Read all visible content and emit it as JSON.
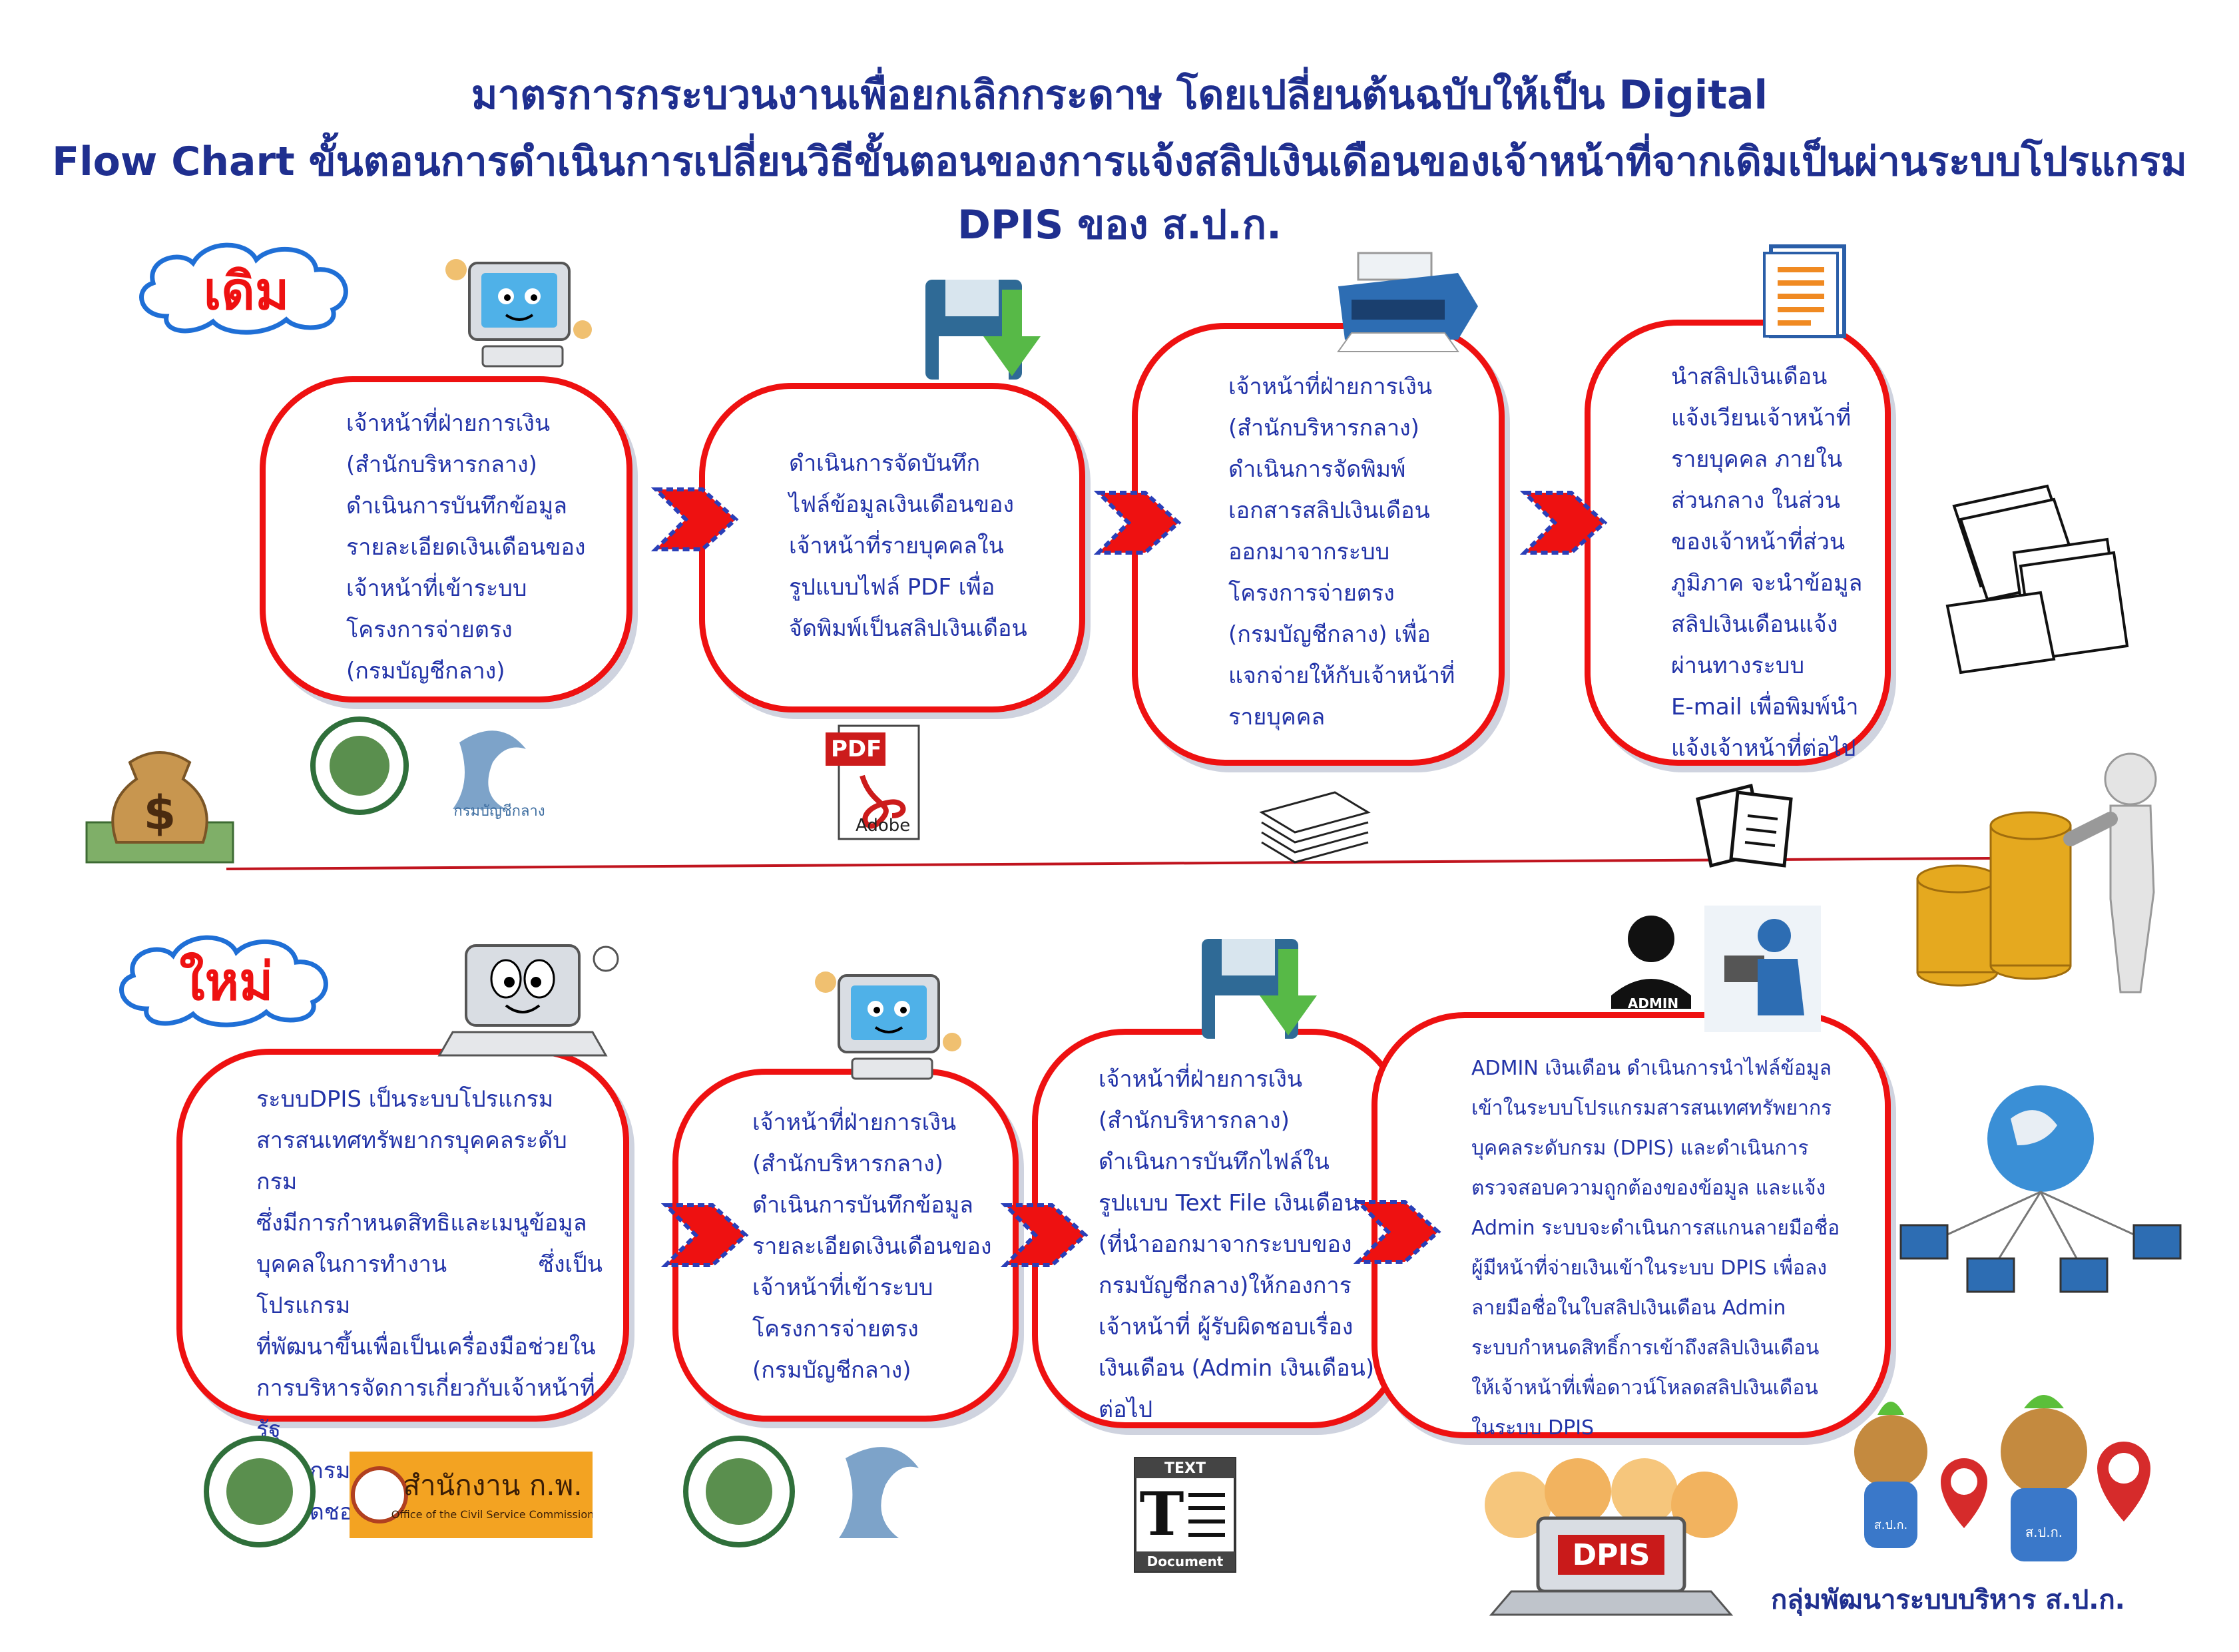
{
  "title": {
    "line1": "มาตรการกระบวนงานเพื่อยกเลิกกระดาษ โดยเปลี่ยนต้นฉบับให้เป็น Digital",
    "line2": "Flow Chart ขั้นตอนการดำเนินการเปลี่ยนวิธีขั้นตอนของการแจ้งสลิปเงินเดือนของเจ้าหน้าที่จากเดิมเป็นผ่านระบบโปรแกรม DPIS ของ ส.ป.ก."
  },
  "labels": {
    "old": "เดิม",
    "new": "ใหม่"
  },
  "old_steps": [
    {
      "text": "เจ้าหน้าที่ฝ่ายการเงิน\n(สำนักบริหารกลาง)\nดำเนินการบันทึกข้อมูล\nรายละเอียดเงินเดือนของ\nเจ้าหน้าที่เข้าระบบ\nโครงการจ่ายตรง\n(กรมบัญชีกลาง)"
    },
    {
      "text": "ดำเนินการจัดบันทึก\nไฟล์ข้อมูลเงินเดือนของ\nเจ้าหน้าที่รายบุคคลใน\nรูปแบบไฟล์ PDF เพื่อ\nจัดพิมพ์เป็นสลิปเงินเดือน"
    },
    {
      "text": "เจ้าหน้าที่ฝ่ายการเงิน\n(สำนักบริหารกลาง)\nดำเนินการจัดพิมพ์\nเอกสารสลิปเงินเดือน\nออกมาจากระบบ\nโครงการจ่ายตรง\n(กรมบัญชีกลาง) เพื่อ\nแจกจ่ายให้กับเจ้าหน้าที่\nรายบุคคล"
    },
    {
      "text": "นำสลิปเงินเดือน\nแจ้งเวียนเจ้าหน้าที่\nรายบุคคล ภายใน\nส่วนกลาง ในส่วน\nของเจ้าหน้าที่ส่วน\nภูมิภาค จะนำข้อมูล\nสลิปเงินเดือนแจ้ง\nผ่านทางระบบ\nE-mail เพื่อพิมพ์นำ\nแจ้งเจ้าหน้าที่ต่อไป"
    }
  ],
  "new_steps": [
    {
      "text": "ระบบDPIS เป็นระบบโปรแกรม\nสารสนเทศทรัพยากรบุคคลระดับกรม\nซึ่งมีการกำหนดสิทธิและเมนูข้อมูล\nบุคคลในการทำงาน ซึ่งเป็นโปรแกรม\nที่พัฒนาขึ้นเพื่อเป็นเครื่องมือช่วยใน\nการบริหารจัดการเกี่ยวกับเจ้าหน้าที่รัฐ\nระดับกรม โดยสำนักงาน ก.พ. เป็น\nผู้รับผิดชอบ"
    },
    {
      "text": "เจ้าหน้าที่ฝ่ายการเงิน\n(สำนักบริหารกลาง)\nดำเนินการบันทึกข้อมูล\nรายละเอียดเงินเดือนของ\nเจ้าหน้าที่เข้าระบบ\nโครงการจ่ายตรง\n(กรมบัญชีกลาง)"
    },
    {
      "text": "เจ้าหน้าที่ฝ่ายการเงิน\n(สำนักบริหารกลาง)\nดำเนินการบันทึกไฟล์ใน\nรูปแบบ Text File เงินเดือน\n(ที่นำออกมาจากระบบของ\nกรมบัญชีกลาง)ให้กองการ\nเจ้าหน้าที่ ผู้รับผิดชอบเรื่อง\nเงินเดือน (Admin เงินเดือน)\nต่อไป"
    },
    {
      "text": "ADMIN เงินเดือน ดำเนินการนำไฟล์ข้อมูล\nเข้าในระบบโปรแกรมสารสนเทศทรัพยากร\nบุคคลระดับกรม (DPIS) และดำเนินการ\nตรวจสอบความถูกต้องของข้อมูล และแจ้ง\nAdmin ระบบจะดำเนินการสแกนลายมือชื่อ\nผู้มีหน้าที่จ่ายเงินเข้าในระบบ DPIS เพื่อลง\nลายมือชื่อในใบสลิปเงินเดือน Admin\nระบบกำหนดสิทธิ์การเข้าถึงสลิปเงินเดือน\nให้เจ้าหน้าที่เพื่อดาวน์โหลดสลิปเงินเดือน\nในระบบ DPIS"
    }
  ],
  "icon_labels": {
    "pdf": "PDF",
    "adobe": "Adobe",
    "cgd_logo": "กรมบัญชีกลาง",
    "ocsc_logo_th": "สำนักงาน ก.พ.",
    "ocsc_logo_en": "Office of the Civil Service Commission",
    "text_doc_top": "TEXT",
    "text_doc_bottom": "Document",
    "admin": "ADMIN",
    "dpis": "DPIS",
    "mascot_left": "ส.ป.ก.",
    "mascot_right": "ส.ป.ก."
  },
  "footer": "กลุ่มพัฒนาระบบบริหาร ส.ป.ก.",
  "colors": {
    "title": "#1f2f8f",
    "box_border": "#ee1111",
    "box_text": "#2233a8",
    "arrow": "#ee1111"
  },
  "icons": [
    "computer-mascot-icon",
    "save-icon",
    "printer-icon",
    "document-icon",
    "paper-stack-icon",
    "money-bag-icon",
    "pdf-icon",
    "paper-pile-icon",
    "papers-icon",
    "coins-person-icon",
    "laptop-mascot-icon",
    "admin-icon",
    "network-icon",
    "text-document-icon",
    "dpis-kids-icon",
    "mascot-icon"
  ]
}
